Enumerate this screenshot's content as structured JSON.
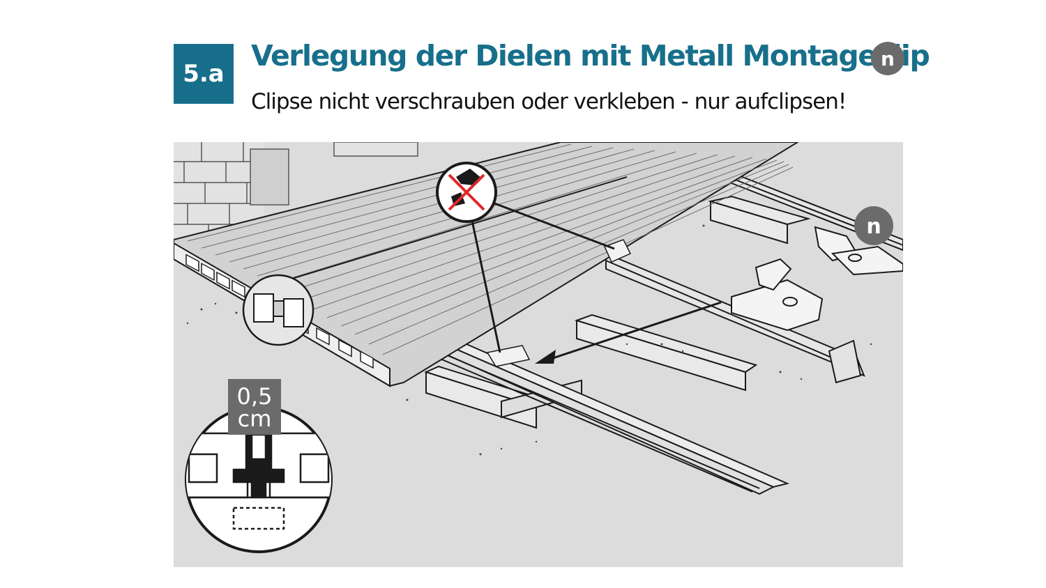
{
  "header": {
    "step_label": "5.a",
    "title": "Verlegung der Dielen mit Metall Montageclip",
    "subtitle": "Clipse nicht verschrauben oder verkleben - nur aufclipsen!",
    "badge_letter": "n"
  },
  "illustration": {
    "gap_label_line1": "0,5",
    "gap_label_line2": "cm",
    "badge_letter": "n"
  },
  "colors": {
    "accent": "#176f8b",
    "badge": "#6b6b6b",
    "background_panel": "#dcdcdc",
    "prohibition": "#e0262a"
  },
  "icons": [
    "no-screw-icon",
    "clip-badge-icon"
  ]
}
